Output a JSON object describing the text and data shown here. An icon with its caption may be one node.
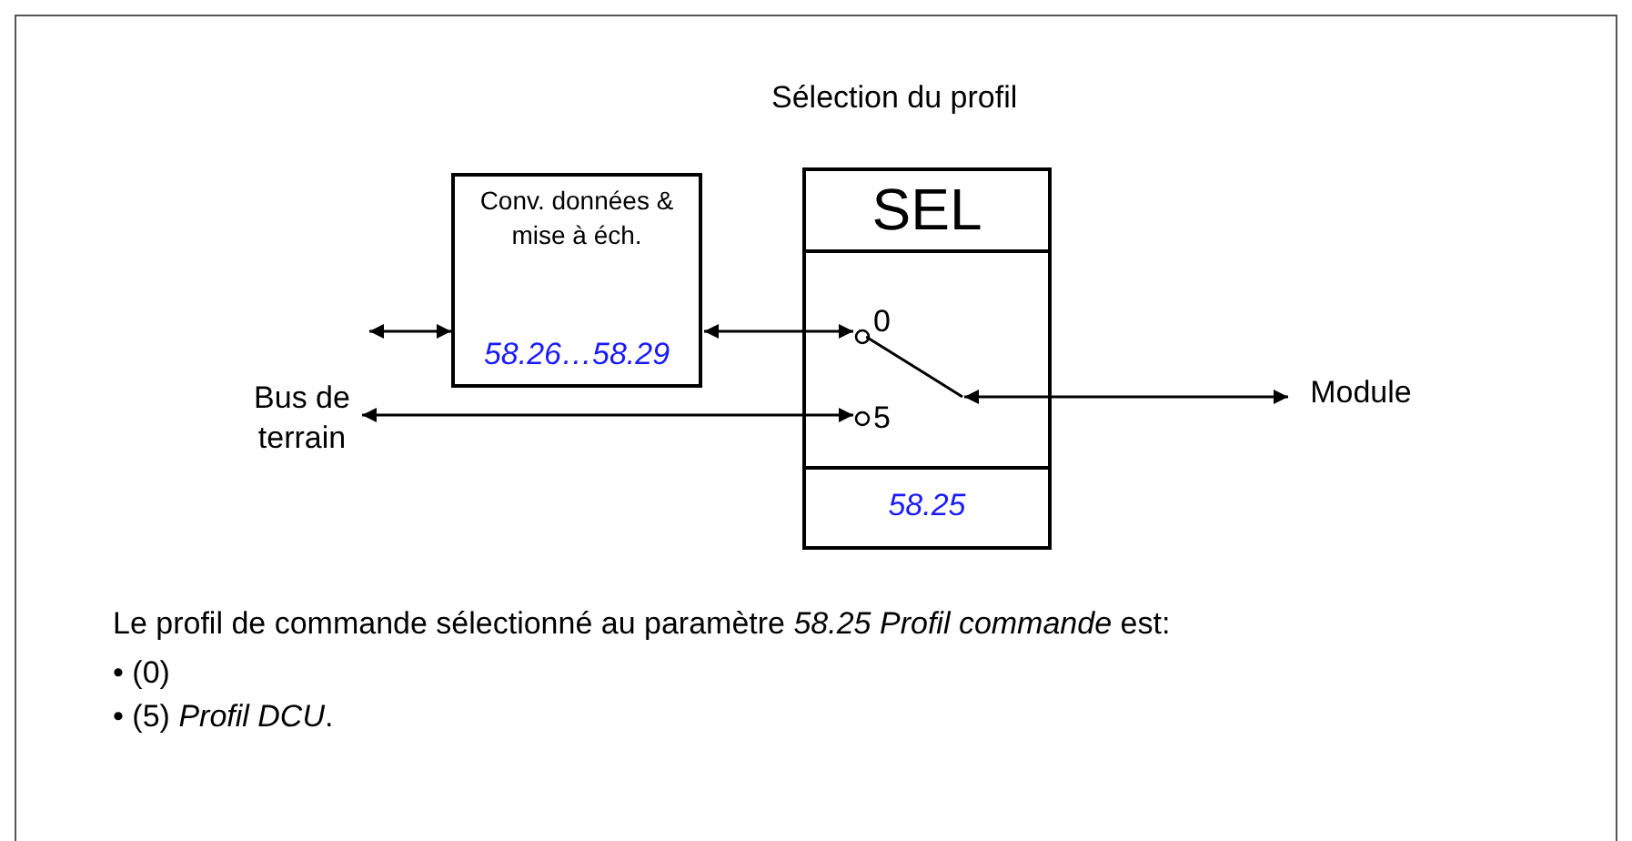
{
  "diagram": {
    "title": "Sélection du profil",
    "nodes": [
      {
        "text": [
          "Conv. données & mise à éch.",
          "58.26…58.29"
        ]
      },
      {
        "text": [
          "SEL",
          "58.25"
        ]
      },
      {
        "text": [
          "0"
        ],
        "in": 1
      },
      {
        "text": [
          "5"
        ],
        "in": 1
      },
      {
        "text": [],
        "shape": "switch",
        "in": 1
      },
      {
        "text": [
          "Bus de terrain"
        ]
      },
      {
        "text": [
          "Module"
        ]
      }
    ],
    "edges": [
      {
        "from": 5,
        "to": 0,
        "arrow": "both"
      },
      {
        "from": 0,
        "to": 2,
        "arrow": "both"
      },
      {
        "from": 5,
        "to": 3,
        "arrow": "both"
      },
      {
        "from": 6,
        "to": 4,
        "arrow": "both"
      }
    ],
    "labels": [
      "Le profil de commande sélectionné au paramètre *58.25 Profil commande* est:",
      "• (0)",
      "• (5) *Profil DCU*."
    ]
  }
}
